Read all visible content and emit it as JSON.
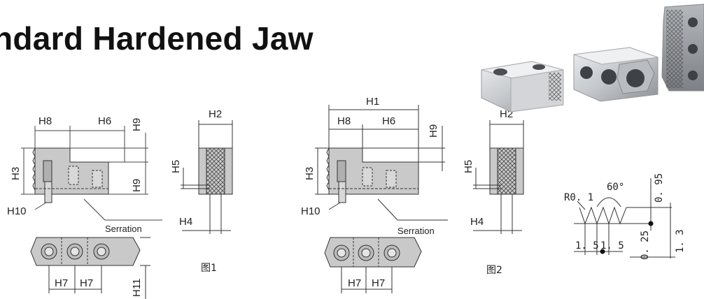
{
  "title": "ndard Hardened Jaw",
  "fig1": {
    "H8": "H8",
    "H6": "H6",
    "H9a": "H9",
    "H9b": "H9",
    "H3": "H3",
    "H10": "H10",
    "H2": "H2",
    "H5": "H5",
    "H4": "H4",
    "serration": "Serration",
    "H7a": "H7",
    "H7b": "H7",
    "H11": "H11",
    "caption": "图1"
  },
  "fig2": {
    "H1": "H1",
    "H8": "H8",
    "H6": "H6",
    "H9": "H9",
    "H3": "H3",
    "H10": "H10",
    "H2": "H2",
    "H5": "H5",
    "H4": "H4",
    "serration": "Serration",
    "H7a": "H7",
    "H7b": "H7",
    "caption": "图2"
  },
  "detail": {
    "r": "R0. 1",
    "angle": "60°",
    "d095": "0. 95",
    "d15a": "1. 5",
    "d15b": "1. 5",
    "d025": "0. 25",
    "d13": "1. 3"
  }
}
